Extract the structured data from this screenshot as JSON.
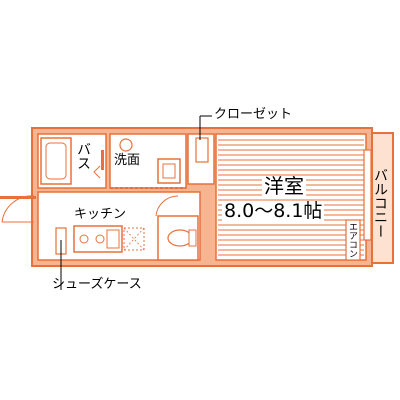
{
  "floor_plan": {
    "colors": {
      "wall": "#e8703a",
      "wall_fill": "#f6b590",
      "floor_line": "#e8703a",
      "balcony_fill": "#fde2d2",
      "fixture": "#e8703a",
      "text": "#000000"
    },
    "rooms": {
      "western_room": {
        "name": "洋室",
        "size": "8.0～8.1帖"
      },
      "bath": {
        "name": "バス"
      },
      "washroom": {
        "name": "洗面"
      },
      "kitchen": {
        "name": "キッチン"
      },
      "balcony": {
        "name": "バルコニー"
      }
    },
    "callouts": {
      "closet": "クローゼット",
      "shoe_case": "シューズケース",
      "air_conditioner": "エアコン"
    }
  }
}
